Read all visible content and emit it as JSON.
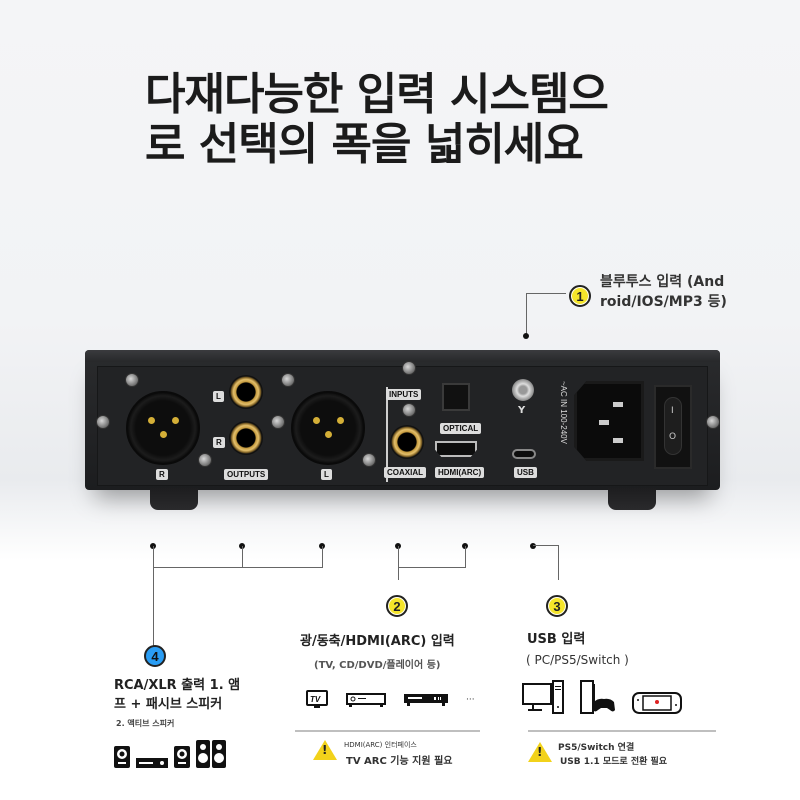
{
  "headline": {
    "line1": "다재다능한 입력 시스템으",
    "line2": "로 선택의 폭을 넓히세요"
  },
  "callouts": {
    "bluetooth": {
      "number": "1",
      "line1": "블루투스 입력 (And",
      "line2": "roid/IOS/MP3 등)"
    },
    "optical_coax_hdmi": {
      "number": "2",
      "title": "광/동축/HDMI(ARC) 입력",
      "subtitle": "(TV, CD/DVD/플레이어 등)",
      "icons": [
        "tv-icon",
        "cd-player-icon",
        "dvd-player-icon"
      ],
      "ellipsis": "···",
      "note_small": "HDMI(ARC) 인터페이스",
      "note_main": "TV ARC 기능 지원 필요"
    },
    "usb": {
      "number": "3",
      "title": "USB 입력",
      "subtitle": "( PC/PS5/Switch )",
      "icons": [
        "desktop-pc-icon",
        "ps5-console-icon",
        "switch-console-icon"
      ],
      "note_line1": "PS5/Switch 연결",
      "note_line2": "USB 1.1 모드로 전환 필요"
    },
    "outputs": {
      "number": "4",
      "line1": "RCA/XLR 출력 1. 앰",
      "line2": "프 + 패시브 스피커",
      "line3": "2. 액티브 스피커",
      "icons": [
        "passive-speaker-icon",
        "amplifier-icon",
        "active-speaker-icon",
        "bookshelf-speakers-icon"
      ]
    }
  },
  "device": {
    "labels": {
      "xlr_right": "R",
      "rca_left": "L",
      "rca_right": "R",
      "outputs": "OUTPUTS",
      "xlr_left": "L",
      "inputs": "INPUTS",
      "optical": "OPTICAL",
      "coaxial": "COAXIAL",
      "hdmi": "HDMI(ARC)",
      "usb": "USB",
      "antenna": "Y",
      "ac_in": "~AC IN 100-240V",
      "power_on": "I",
      "power_off": "O"
    }
  },
  "colors": {
    "badge_yellow": "#f5e52a",
    "badge_blue": "#2a9df4",
    "warning_yellow": "#f2d21b",
    "device_body": "#222325"
  }
}
